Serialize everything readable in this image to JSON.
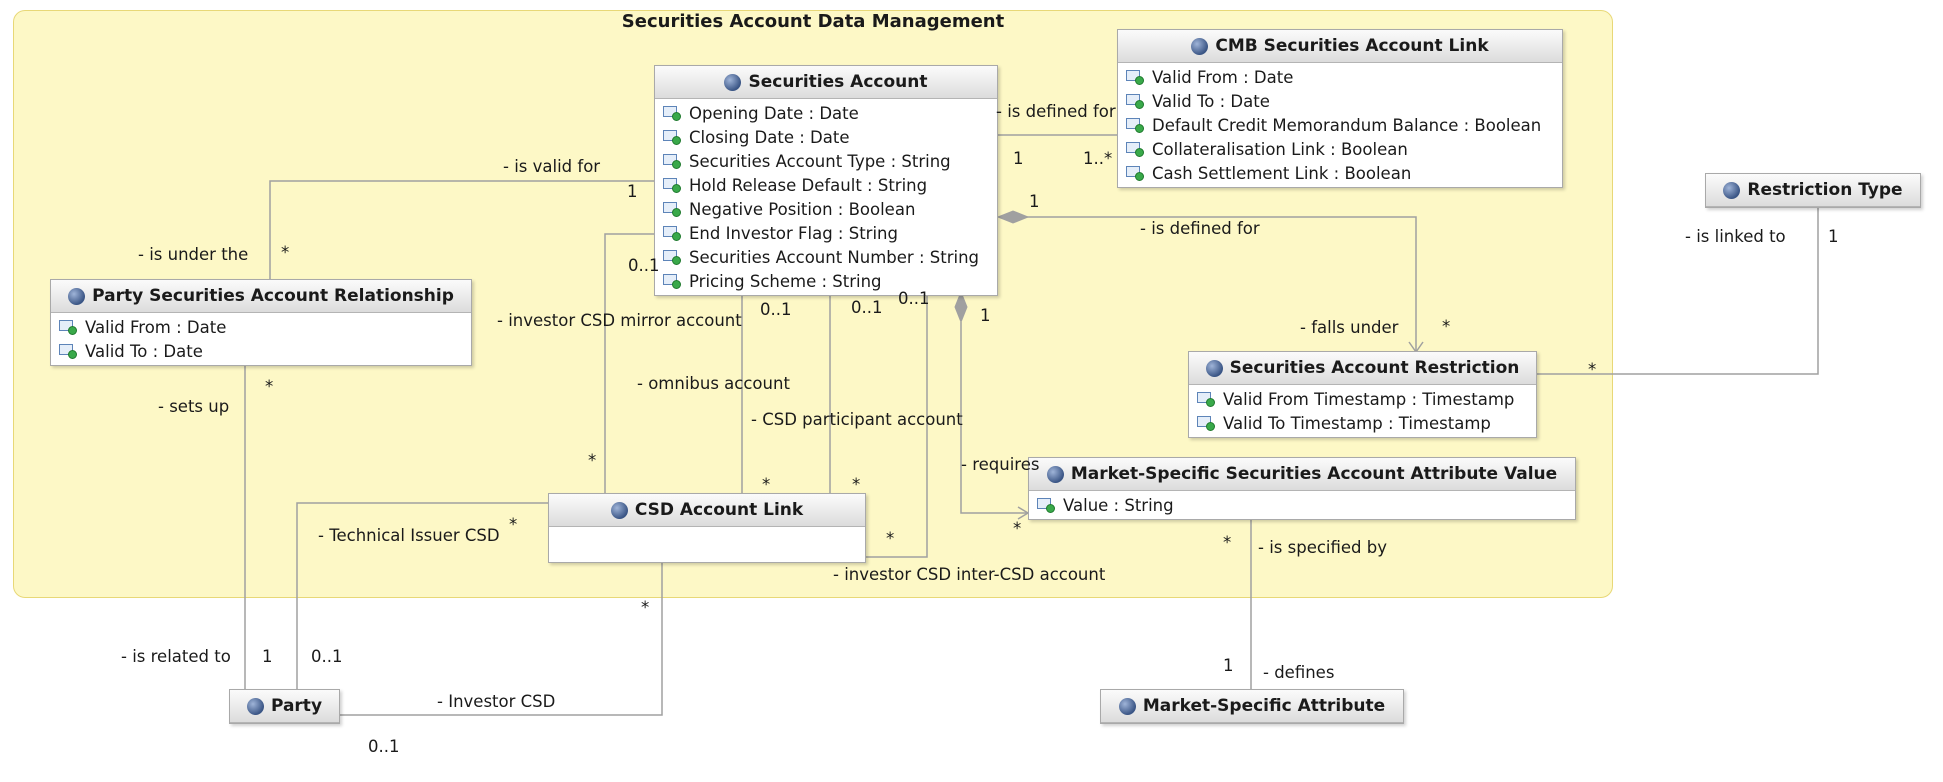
{
  "package": {
    "title": "Securities Account Data Management"
  },
  "classes": {
    "securities_account": {
      "name": "Securities Account",
      "attributes": [
        "Opening Date : Date",
        "Closing Date : Date",
        "Securities Account Type : String",
        "Hold Release Default : String",
        "Negative Position : Boolean",
        "End Investor Flag : String",
        "Securities Account Number : String",
        "Pricing Scheme : String"
      ]
    },
    "cmb_link": {
      "name": "CMB Securities Account Link",
      "attributes": [
        "Valid From : Date",
        "Valid To : Date",
        "Default Credit Memorandum Balance : Boolean",
        "Collateralisation Link : Boolean",
        "Cash Settlement Link : Boolean"
      ]
    },
    "restriction_type": {
      "name": "Restriction Type",
      "attributes": []
    },
    "party_sa_relationship": {
      "name": "Party Securities Account Relationship",
      "attributes": [
        "Valid From : Date",
        "Valid To : Date"
      ]
    },
    "sa_restriction": {
      "name": "Securities Account Restriction",
      "attributes": [
        "Valid From Timestamp : Timestamp",
        "Valid To Timestamp : Timestamp"
      ]
    },
    "ms_attr_value": {
      "name": "Market-Specific Securities Account Attribute Value",
      "attributes": [
        "Value : String"
      ]
    },
    "csd_account_link": {
      "name": "CSD Account Link",
      "attributes": []
    },
    "party": {
      "name": "Party",
      "attributes": []
    },
    "ms_attribute": {
      "name": "Market-Specific Attribute",
      "attributes": []
    }
  },
  "labels": {
    "is_defined_for_cmb": "- is defined for",
    "mult_sa_cmb": "1",
    "mult_cmb_sa": "1..*",
    "is_valid_for": "- is valid for",
    "mult_valid_for": "1",
    "is_under_the": "- is under the",
    "mult_under_the": "*",
    "is_defined_for_restr": "- is defined for",
    "mult_diamond_restr": "1",
    "falls_under": "- falls under",
    "mult_falls_under": "*",
    "is_linked_to": "- is linked to",
    "mult_linked_to": "1",
    "mult_restr_type": "*",
    "investor_csd_mirror": "- investor CSD mirror account",
    "mult_mirror_sa": "0..1",
    "mult_omnibus_sa": "0..1",
    "mult_participant_sa": "0..1",
    "mult_intercsd_sa": "0..1",
    "mult_requires_sa": "1",
    "omnibus_account": "- omnibus account",
    "csd_participant_account": "- CSD participant account",
    "requires": "- requires",
    "mult_mirror_csd": "*",
    "mult_omnibus_csd": "*",
    "mult_participant_csd": "*",
    "mult_intercsd_csd": "*",
    "mult_requires_msv": "*",
    "investor_intercsd": "- investor CSD inter-CSD account",
    "sets_up": "- sets up",
    "mult_sets_up": "*",
    "technical_issuer_csd": "- Technical Issuer CSD",
    "mult_tech_issuer": "*",
    "is_related_to": "- is related to",
    "mult_related_to": "1",
    "mult_tech_party": "0..1",
    "investor_csd": "- Investor CSD",
    "mult_investor_csd_party": "0..1",
    "mult_investor_csd_link": "*",
    "is_specified_by": "- is specified by",
    "mult_specified_by": "*",
    "defines": "- defines",
    "mult_defines": "1"
  },
  "colors": {
    "package_fill": "#fdf8c6",
    "package_border": "#e8d877",
    "line": "#a0a0a0",
    "class_icon": "#3a5585",
    "attribute_dot": "#39a94a"
  },
  "icons": {
    "class": "class-icon",
    "attribute": "attribute-icon"
  }
}
